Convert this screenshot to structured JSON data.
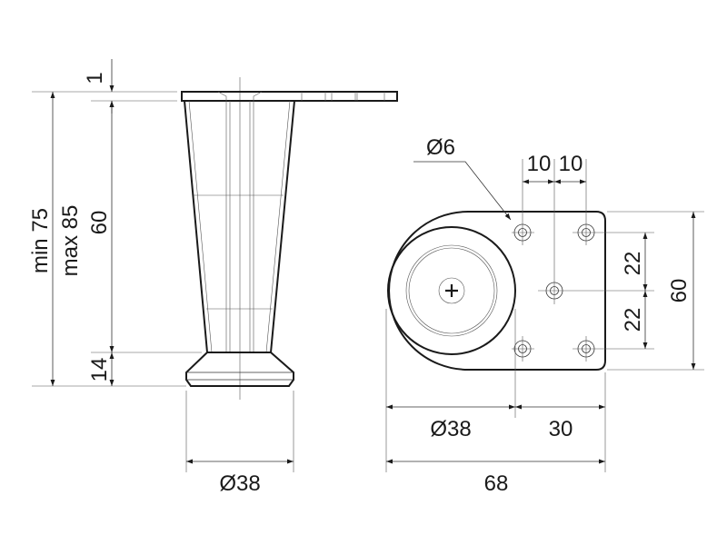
{
  "side_view": {
    "dim_top_plate": "1",
    "dim_min_height": "min 75",
    "dim_max_height": "max 85",
    "dim_body_height": "60",
    "dim_foot_height": "14",
    "dim_foot_diameter": "Ø38"
  },
  "top_view": {
    "dim_hole_diameter": "Ø6",
    "dim_hole_spacing_left": "10",
    "dim_hole_spacing_right": "10",
    "dim_hole_vertical_upper": "22",
    "dim_hole_vertical_lower": "22",
    "dim_plate_height": "60",
    "dim_circle_diameter": "Ø38",
    "dim_plate_offset": "30",
    "dim_total_width": "68"
  }
}
